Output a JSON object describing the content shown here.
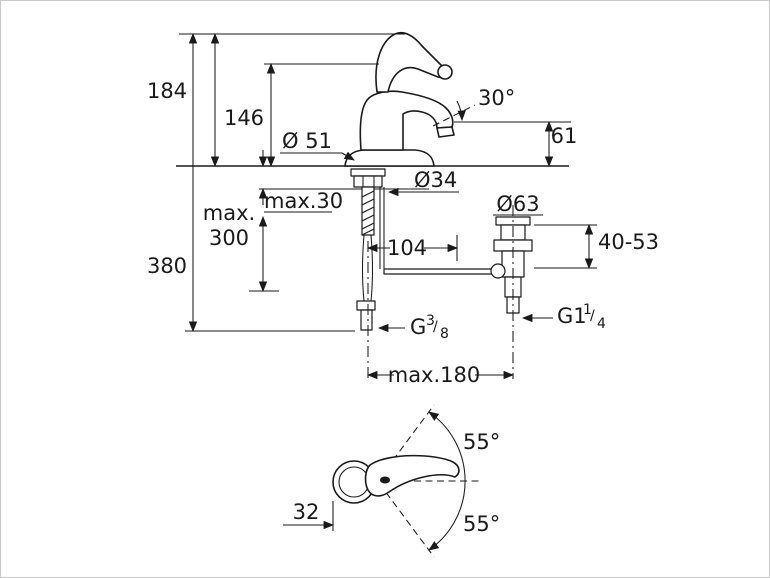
{
  "drawing": {
    "colors": {
      "line": "#1a1a1a",
      "background": "#ffffff"
    },
    "front_view": {
      "height_overall": "184",
      "height_spout": "146",
      "height_total": "380",
      "spout_angle": "30°",
      "spout_drop": "61",
      "base_diameter": "Ø 51",
      "hole_diameter": "Ø34",
      "deck_thickness_max": "max.30",
      "hose_max_label": "max.",
      "hose_max_value": "300",
      "rod_distance": "104",
      "waste_flange_diameter": "Ø63",
      "waste_adjust_range": "40-53",
      "reach_max": "max.180",
      "hose_thread": {
        "base": "G",
        "numerator": "3",
        "slash": "/",
        "denominator": "8"
      },
      "waste_thread": {
        "base": "G1",
        "numerator": "1",
        "slash": "/",
        "denominator": "4"
      }
    },
    "top_view": {
      "swivel_angle_upper": "55°",
      "swivel_angle_lower": "55°",
      "handle_offset": "32"
    }
  }
}
